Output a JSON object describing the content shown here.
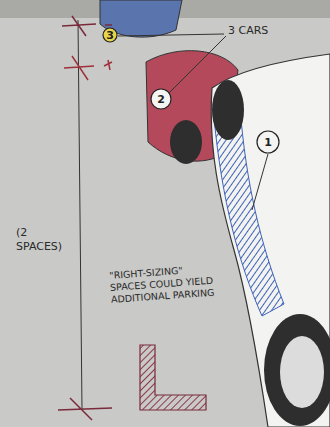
{
  "diagram": {
    "nodes": [
      {
        "text": [
          "3"
        ]
      },
      {
        "text": [
          "2"
        ]
      },
      {
        "text": [
          "1"
        ]
      }
    ],
    "labels": [
      "3 CARS",
      "(2 SPACES)",
      "\"RIGHT-SIZING\" SPACES COULD YIELD ADDITIONAL PARKING"
    ]
  }
}
